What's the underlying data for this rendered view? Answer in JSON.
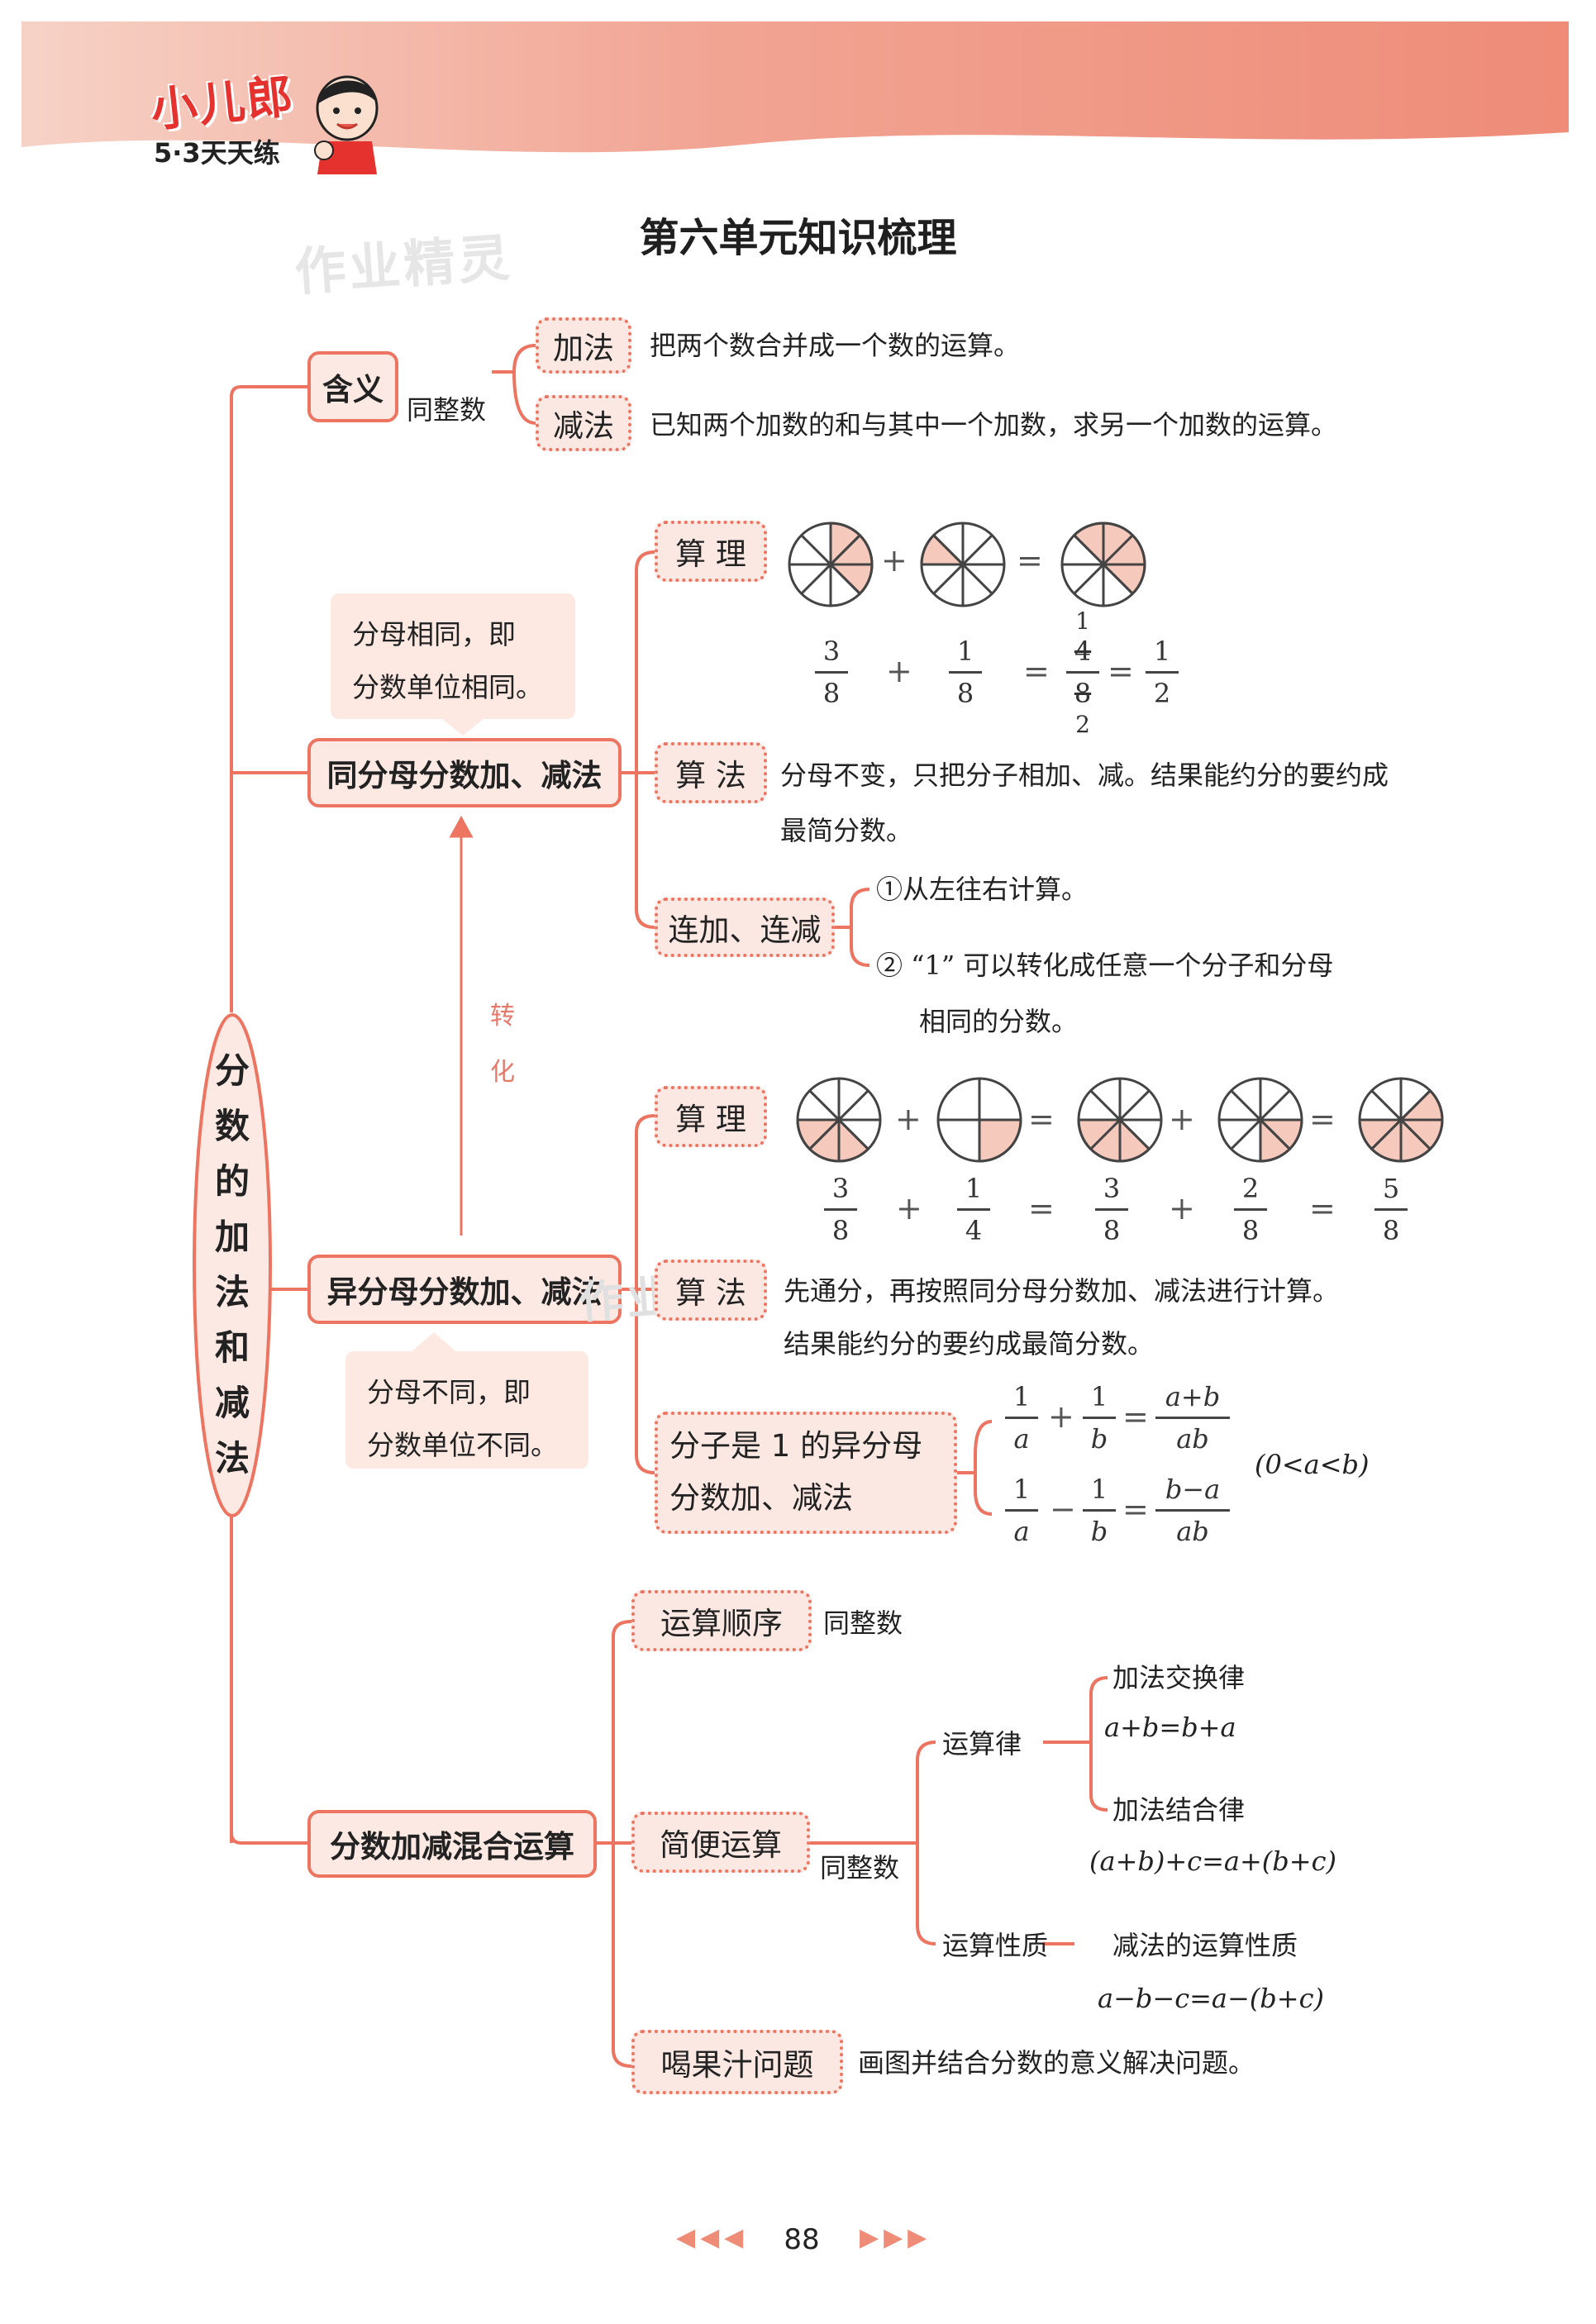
{
  "header": {
    "brand": "小儿郎",
    "series": "5·3天天练",
    "watermark": "作业精灵"
  },
  "page_title": "第六单元知识梳理",
  "center": {
    "label": "分数的加法和减法",
    "chars": [
      "分",
      "数",
      "的",
      "加",
      "法",
      "和",
      "减",
      "法"
    ]
  },
  "meaning": {
    "label": "含义",
    "note": "同整数",
    "add_label": "加法",
    "add_text": "把两个数合并成一个数的运算。",
    "sub_label": "减法",
    "sub_text": "已知两个加数的和与其中一个加数，求另一个加数的运算。"
  },
  "same_denominator": {
    "label": "同分母分数加、减法",
    "note_line1": "分母相同，即",
    "note_line2": "分数单位相同。",
    "reason_label": "算 理",
    "equation": {
      "a_num": "3",
      "a_den": "8",
      "b_num": "1",
      "b_den": "8",
      "c_num_top": "1",
      "c_num": "4",
      "c_den": "8",
      "c_den_bottom": "2",
      "d_num": "1",
      "d_den": "2",
      "plus": "+",
      "equals": "="
    },
    "method_label": "算 法",
    "method_line1": "分母不变，只把分子相加、减。结果能约分的要约成",
    "method_line2": "最简分数。",
    "chain_label": "连加、连减",
    "chain_item1": "①从左往右计算。",
    "chain_item2_line1": "② “1” 可以转化成任意一个分子和分母",
    "chain_item2_line2": "相同的分数。"
  },
  "transform_label": [
    "转",
    "化"
  ],
  "diff_denominator": {
    "label": "异分母分数加、减法",
    "watermark": "作业精灵",
    "note_line1": "分母不同，即",
    "note_line2": "分数单位不同。",
    "reason_label": "算 理",
    "equation": {
      "a_num": "3",
      "a_den": "8",
      "b_num": "1",
      "b_den": "4",
      "c_num": "3",
      "c_den": "8",
      "d_num": "2",
      "d_den": "8",
      "e_num": "5",
      "e_den": "8",
      "plus": "+",
      "equals": "="
    },
    "method_label": "算 法",
    "method_line1": "先通分，再按照同分母分数加、减法进行计算。",
    "method_line2": "结果能约分的要约成最简分数。",
    "unit_label_line1": "分子是 1 的异分母",
    "unit_label_line2": "分数加、减法",
    "unit_formula": {
      "one": "1",
      "a": "a",
      "b": "b",
      "sum_num": "a+b",
      "diff_num": "b−a",
      "den": "ab",
      "plus": "+",
      "minus": "−",
      "equals": "=",
      "condition": "(0<a<b)"
    }
  },
  "mixed": {
    "label": "分数加减混合运算",
    "order_label": "运算顺序",
    "order_note": "同整数",
    "simple_label": "简便运算",
    "simple_note": "同整数",
    "law_label": "运算律",
    "commutative_label": "加法交换律",
    "commutative_formula": "a+b=b+a",
    "associative_label": "加法结合律",
    "associative_formula": "(a+b)+c=a+(b+c)",
    "property_label": "运算性质",
    "property_name": "减法的运算性质",
    "property_formula": "a−b−c=a−(b+c)",
    "juice_label": "喝果汁问题",
    "juice_text": "画图并结合分数的意义解决问题。"
  },
  "footer": {
    "page_number": "88",
    "left_arrows": "◀◀◀",
    "right_arrows": "▶▶▶"
  },
  "colors": {
    "accent": "#ec7461",
    "fill": "#fde9e3",
    "circle_fill": "#f6c9bd"
  }
}
